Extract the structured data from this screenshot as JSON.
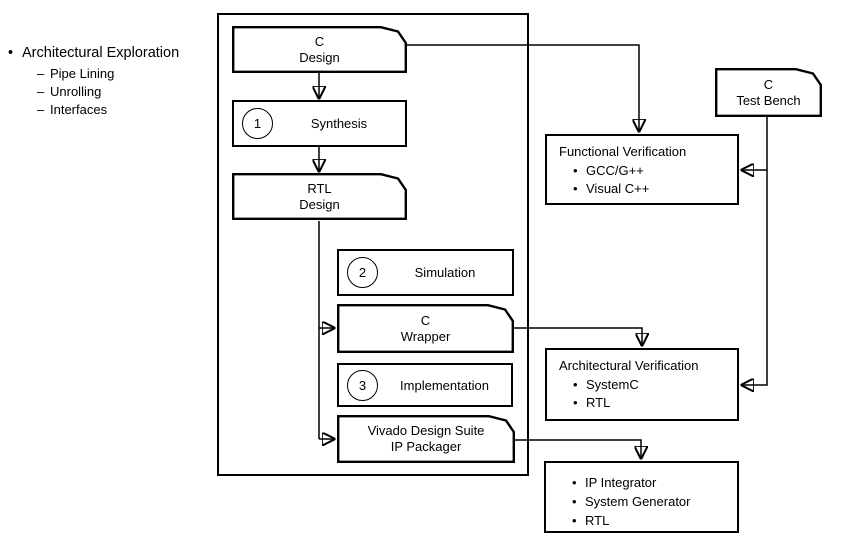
{
  "glyphs": {
    "bullet": "•",
    "dash": "–"
  },
  "annotation": {
    "title": "Architectural Exploration",
    "items": [
      "Pipe Lining",
      "Unrolling",
      "Interfaces"
    ]
  },
  "boxes": {
    "c_design": {
      "line1": "C",
      "line2": "Design"
    },
    "synthesis": {
      "number": "1",
      "label": "Synthesis"
    },
    "rtl_design": {
      "line1": "RTL",
      "line2": "Design"
    },
    "simulation": {
      "number": "2",
      "label": "Simulation"
    },
    "c_wrapper": {
      "line1": "C",
      "line2": "Wrapper"
    },
    "implementation": {
      "number": "3",
      "label": "Implementation"
    },
    "ip_packager": {
      "line1": "Vivado Design Suite",
      "line2": "IP Packager"
    },
    "c_test_bench": {
      "line1": "C",
      "line2": "Test Bench"
    },
    "functional_verification": {
      "title": "Functional Verification",
      "items": [
        "GCC/G++",
        "Visual C++"
      ]
    },
    "architectural_verification": {
      "title": "Architectural Verification",
      "items": [
        "SystemC",
        "RTL"
      ]
    },
    "integration": {
      "items": [
        "IP Integrator",
        "System Generator",
        "RTL"
      ]
    }
  },
  "colors": {
    "ink": "#000000",
    "paper": "#ffffff"
  }
}
